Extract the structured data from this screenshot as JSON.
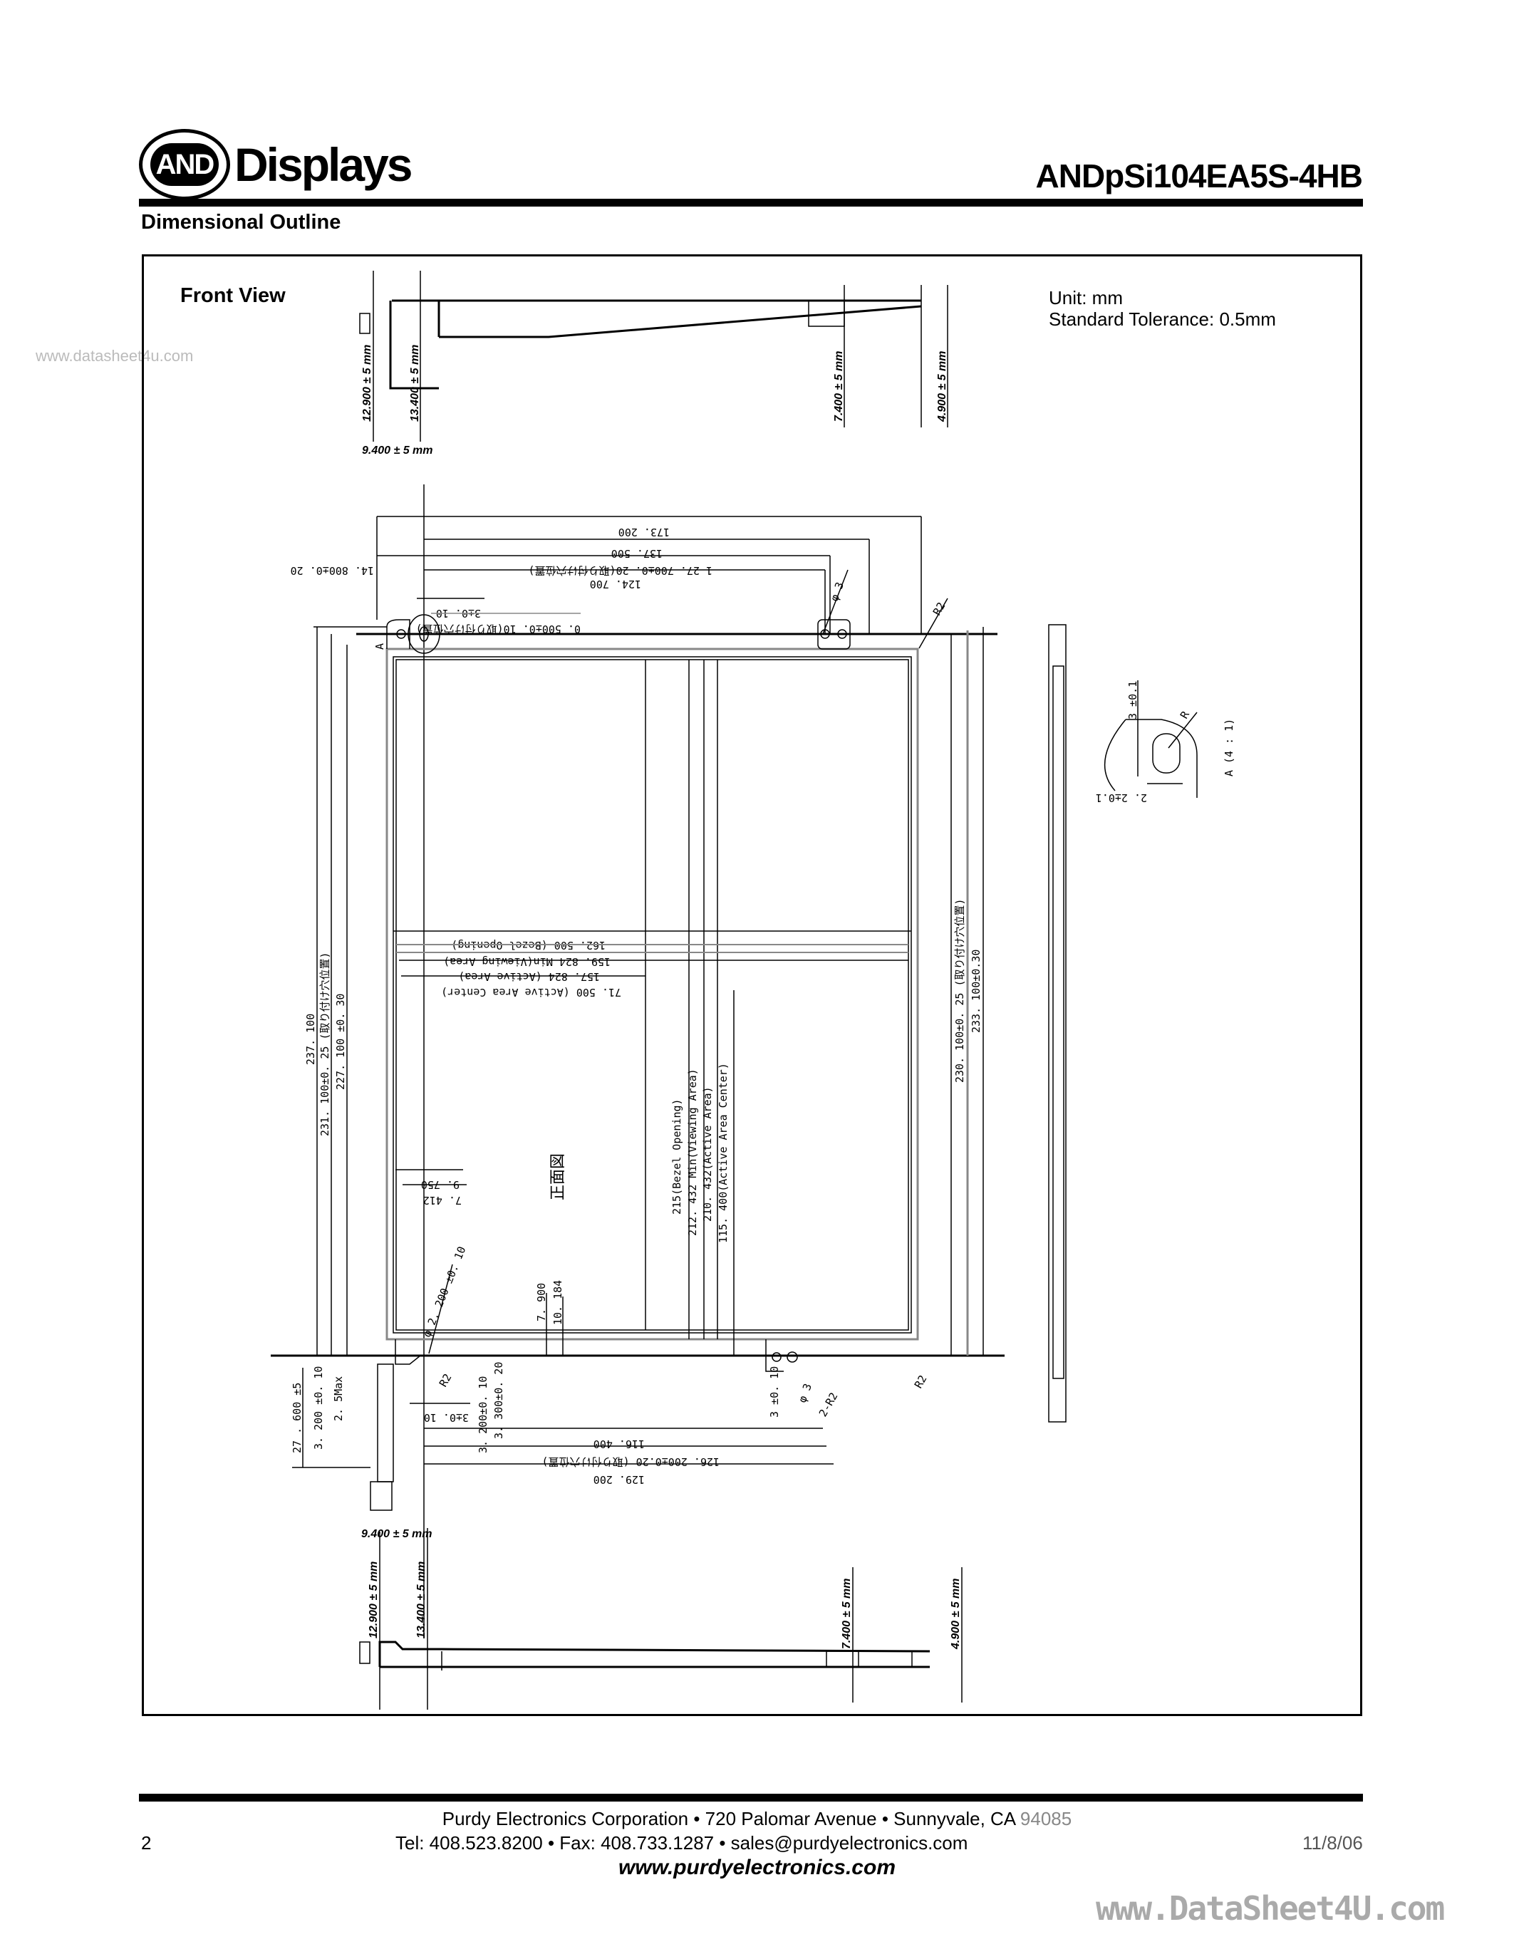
{
  "header": {
    "logo_mark": "AND",
    "logo_text": "Displays",
    "model": "ANDpSi104EA5S-4HB",
    "section_title": "Dimensional Outline"
  },
  "watermark_top": "www.datasheet4u.com",
  "drawing": {
    "view_title": "Front View",
    "unit": "Unit:  mm",
    "tolerance": "Standard Tolerance:  0.5mm",
    "side_view": {
      "d1": "12.900 ± 5 mm",
      "d2": "13.400 ± 5 mm",
      "d3": "7.400 ± 5 mm",
      "d4": "4.900 ± 5 mm",
      "d5": "9.400 ± 5 mm"
    },
    "top_dims": {
      "w_total": "173. 200",
      "w_137": "137. 500",
      "w_127": "1 27. 700±0. 20(取り付け穴位置)",
      "w_148": "14. 800±0. 20",
      "w_124": "124. 700",
      "w_3": "3±0. 10",
      "w_05": "0. 500±0. 10(取り付け穴位置)",
      "phi3": "φ 3",
      "r2": "R2",
      "a": "A"
    },
    "mid_dims": {
      "bezel": "162. 500 (Bezel Opening)",
      "viewing": "159. 824 Min(Viewing Area)",
      "active": "157. 824 (Active Area)",
      "center": "71. 500 (Active Area Center)",
      "d9750": "9. 750",
      "d7412": "7. 412",
      "front_label": "正面図"
    },
    "left_dims": {
      "h237": "237. 100",
      "h231": "231. 100±0. 25 (取り付け穴位置)",
      "h227": "227. 100 ±0. 30"
    },
    "center_dims": {
      "bezel_v": "215(Bezel Opening)",
      "viewing_v": "212. 432 Min(Viewing Area)",
      "active_v": "210. 432(Active Area)",
      "center_v": "115. 400(Active Area Center)"
    },
    "right_dims": {
      "h230": "230. 100±0. 25 (取り付け穴位置)",
      "h233": "233. 100±0.30"
    },
    "bottom_dims": {
      "phi22": "φ 2. 200 ±0. 10",
      "d7900": "7. 900",
      "d10184": "10. 184",
      "d27600": "27 . 600 ±5",
      "d3200a": "3. 200 ±0. 10",
      "d25max": "2. 5Max",
      "r2a": "R2",
      "d3200b": "3. 200±0. 10",
      "d3300": "3. 300±0. 20",
      "d3b": "3 ±0. 10",
      "d3c": "3±0. 10",
      "phi3b": "φ 3",
      "r2b": "2-R2",
      "r2c": "R2",
      "w116": "116. 400",
      "w126": "126. 200±0.20 (取り付け穴位置)",
      "w129": "129. 200"
    },
    "detail": {
      "d3": "3 ±0.1",
      "r": "R",
      "d22": "2. 2±0.1",
      "title": "A (4 : 1)"
    }
  },
  "footer": {
    "line1_main": "Purdy Electronics Corporation  •  720 Palomar Avenue  •  Sunnyvale, CA ",
    "line1_zip": "94085",
    "line2": "Tel: 408.523.8200 • Fax: 408.733.1287  •  sales@purdyelectronics.com",
    "website": "www.purdyelectronics.com",
    "page_number": "2",
    "date": "11/8/06",
    "watermark": "www.DataSheet4U.com"
  }
}
